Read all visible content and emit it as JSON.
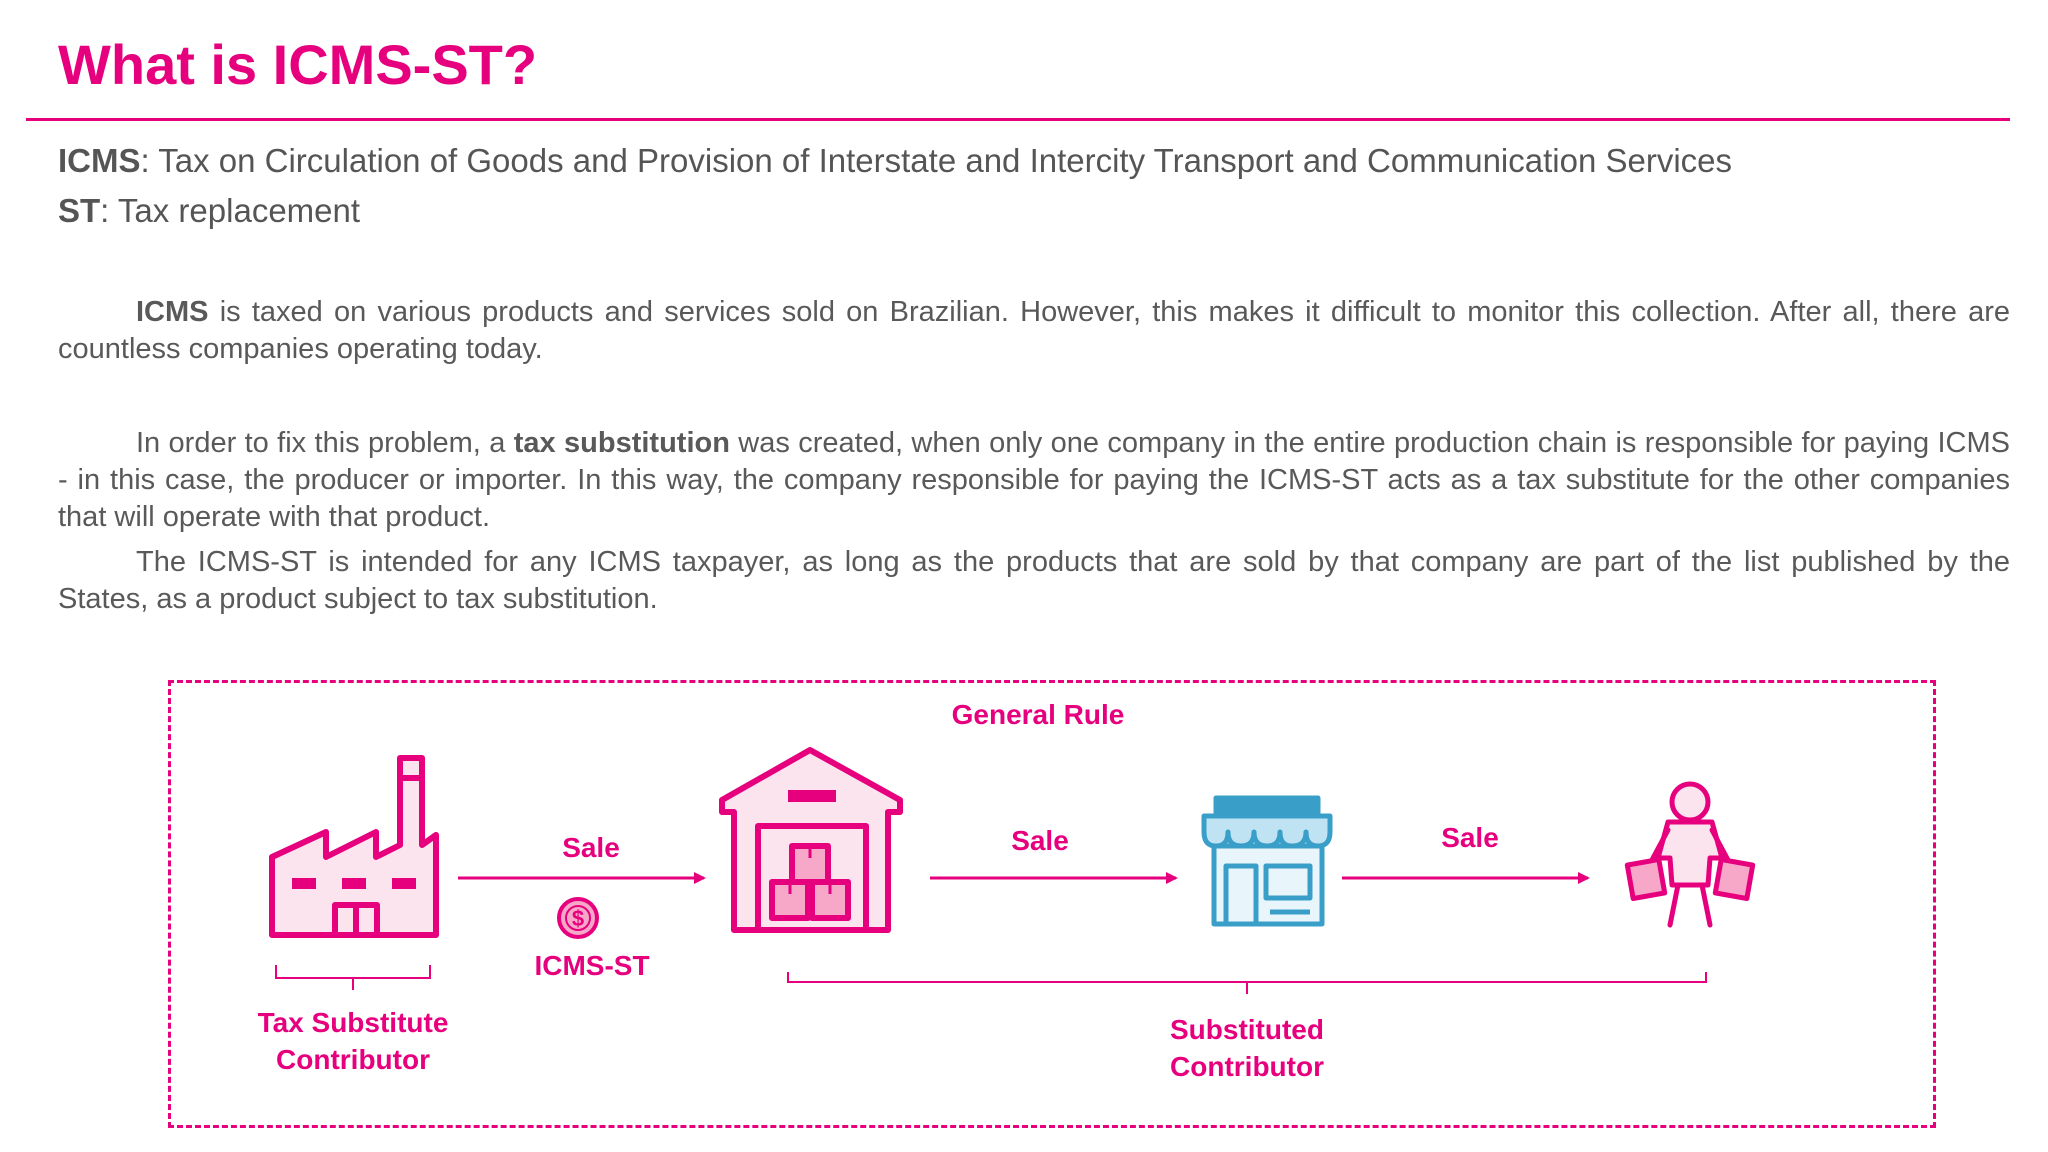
{
  "title": "What is ICMS-ST?",
  "definitions": {
    "icms_term": "ICMS",
    "icms_text": ": Tax on Circulation of Goods and Provision of Interstate and Intercity Transport and Communication Services",
    "st_term": "ST",
    "st_text": ": Tax replacement"
  },
  "paragraphs": {
    "p1_bold": "ICMS",
    "p1_text": " is taxed on various products and services sold on Brazilian. However, this makes it difficult to monitor this collection. After all, there are countless companies operating today.",
    "p2_pre": "In order to fix this problem, a ",
    "p2_bold": "tax substitution",
    "p2_post": " was created, when only one company in the entire production chain is responsible for paying ICMS - in this case, the producer or importer. In this way, the company responsible for paying the ICMS-ST acts as a tax substitute for the other companies that will operate with that product.",
    "p3_text": "The ICMS-ST is intended for any ICMS taxpayer, as long as the products that are sold by that company are part of the list published by the States, as a product subject to tax substitution."
  },
  "diagram": {
    "heading": "General Rule",
    "sale_1": "Sale",
    "sale_2": "Sale",
    "sale_3": "Sale",
    "icms_st_label": "ICMS-ST",
    "coin_symbol": "$",
    "tax_substitute_line1": "Tax Substitute",
    "tax_substitute_line2": "Contributor",
    "substituted_line1": "Substituted",
    "substituted_line2": "Contributor",
    "icons": [
      "factory-icon",
      "warehouse-icon",
      "coin-icon",
      "store-icon",
      "shopper-icon"
    ],
    "colors": {
      "accent": "#e6007e",
      "store": "#3a9fc8"
    }
  }
}
